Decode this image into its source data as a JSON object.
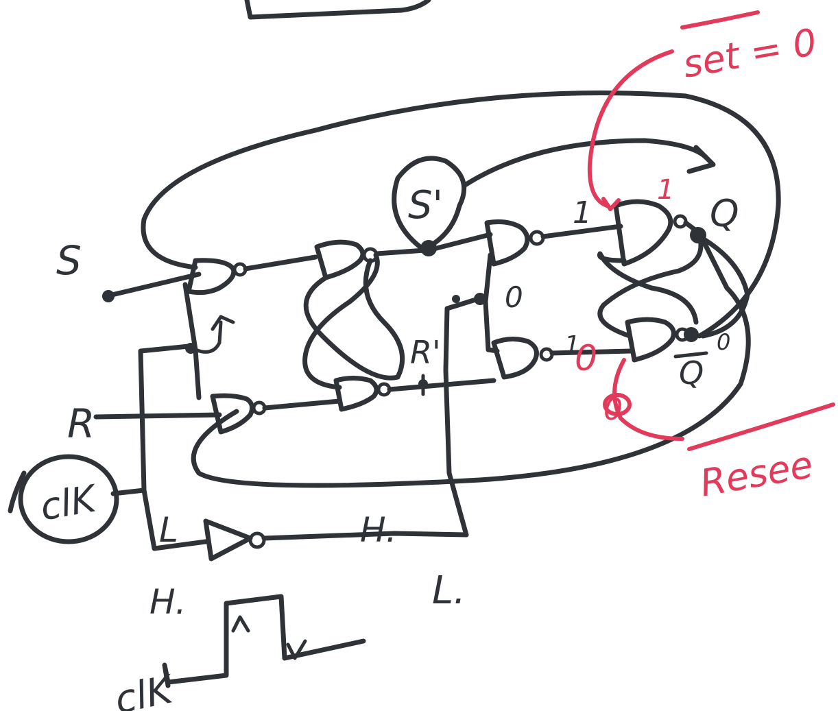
{
  "labels": {
    "s_input": "S",
    "r_input": "R",
    "clk_circle": "clK",
    "s_prime": "S'",
    "r_prime": "R'",
    "q_out": "Q",
    "qbar_out": "Q",
    "l_top": "L",
    "h_left": "H.",
    "h_mid": "H.",
    "l_right": "L.",
    "clk_bottom": "clK",
    "one_top": "1",
    "zero_mid": "0",
    "one_gate": "1",
    "zero_out": "0",
    "one_red": "1",
    "zero_red_mid": "0",
    "zero_red_low": "0"
  },
  "annotations": {
    "set_text": "set = 0",
    "reset_text": "Resee"
  },
  "colors": {
    "ink": "#2f3338",
    "red": "#e23a5a"
  }
}
